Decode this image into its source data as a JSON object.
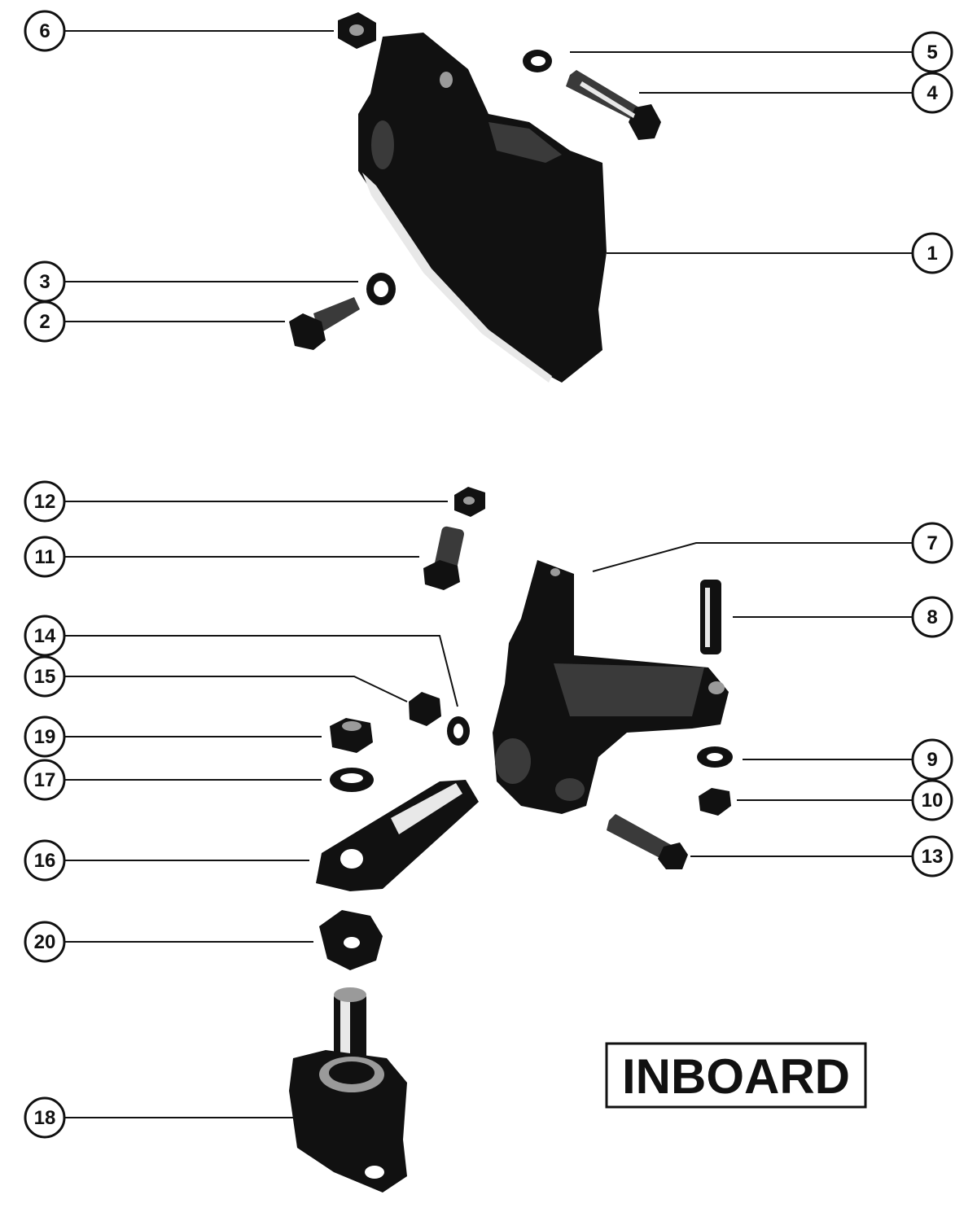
{
  "callouts": [
    "1",
    "2",
    "3",
    "4",
    "5",
    "6",
    "7",
    "8",
    "9",
    "10",
    "11",
    "12",
    "13",
    "14",
    "15",
    "16",
    "17",
    "18",
    "19",
    "20"
  ],
  "label": "INBOARD",
  "colors": {
    "ink": "#111111",
    "paper": "#ffffff"
  }
}
